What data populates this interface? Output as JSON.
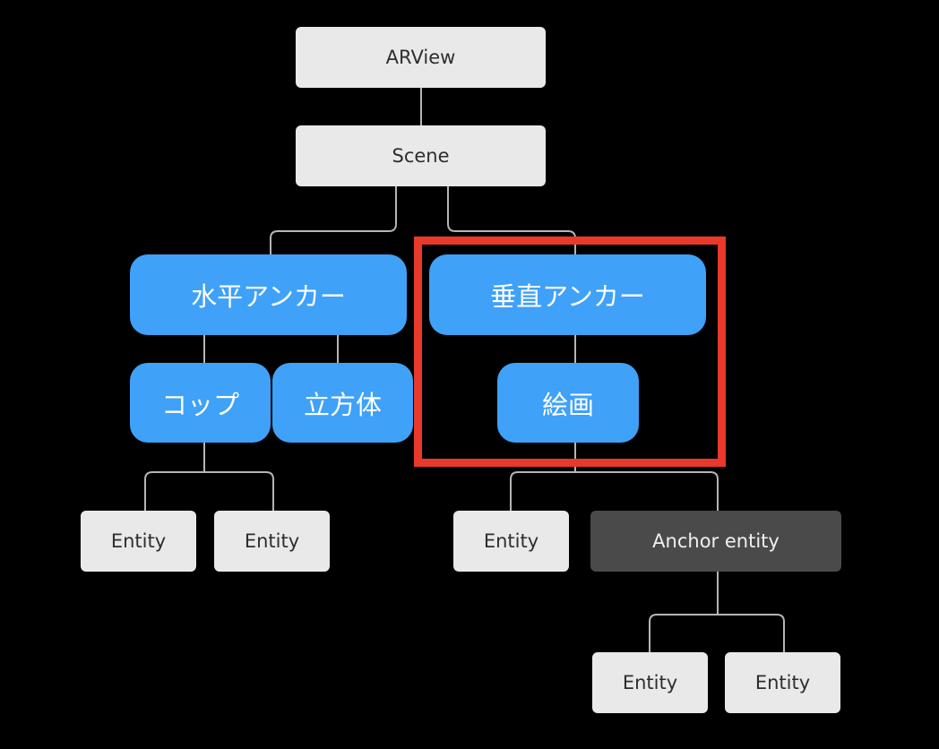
{
  "diagram": {
    "root": "ARView",
    "scene": "Scene",
    "horizontal_anchor": "水平アンカー",
    "vertical_anchor": "垂直アンカー",
    "cup": "コップ",
    "cube": "立方体",
    "painting": "絵画",
    "cup_entity_1": "Entity",
    "cup_entity_2": "Entity",
    "painting_entity": "Entity",
    "anchor_entity": "Anchor entity",
    "anchor_child_1": "Entity",
    "anchor_child_2": "Entity"
  },
  "colors": {
    "background": "#000000",
    "gray_node": "#e9e9e9",
    "dark_node": "#4a4a4a",
    "blue_node": "#3fa1f8",
    "highlight": "#e8392b",
    "connector": "#b5b5b5"
  }
}
